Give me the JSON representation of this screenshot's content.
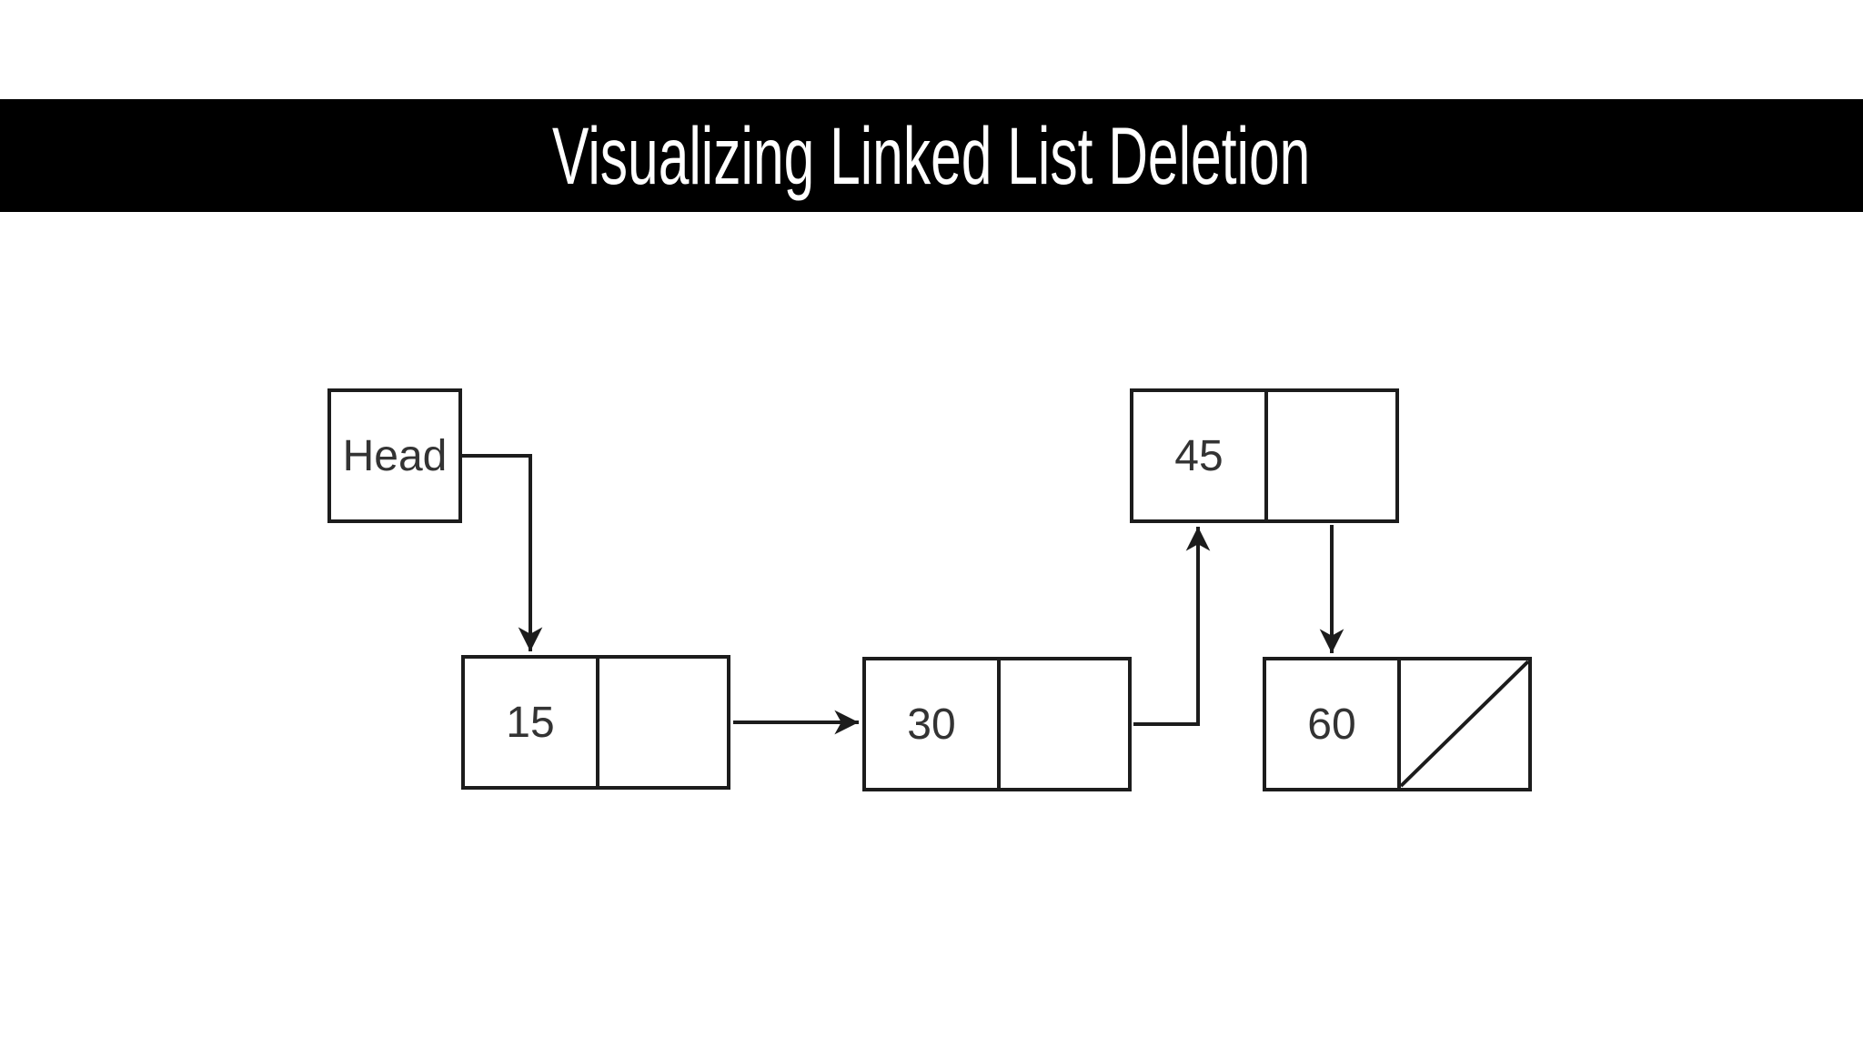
{
  "banner": {
    "title": "Visualizing Linked List Deletion"
  },
  "diagram": {
    "head_label": "Head",
    "nodes": [
      {
        "value": "15"
      },
      {
        "value": "30"
      },
      {
        "value": "45"
      },
      {
        "value": "60",
        "next_is_null": true
      }
    ],
    "edges": [
      {
        "from": "head",
        "to": "15"
      },
      {
        "from": "15",
        "to": "30"
      },
      {
        "from": "30",
        "to": "45"
      },
      {
        "from": "45",
        "to": "60"
      }
    ],
    "null_marker": "diagonal-slash"
  },
  "colors": {
    "background": "#ffffff",
    "banner_bg": "#000000",
    "banner_text": "#ffffff",
    "line": "#1c1c1c",
    "node_text": "#333333"
  }
}
